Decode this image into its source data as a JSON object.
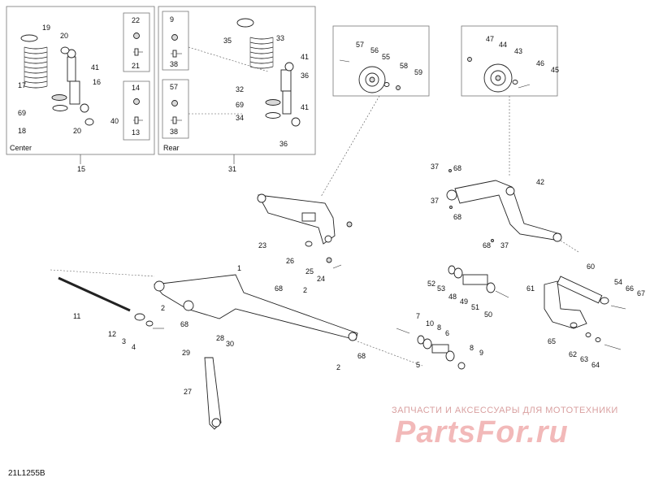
{
  "diagram_code": "21L1255B",
  "watermark": {
    "tagline": "ЗАПЧАСТИ И АКСЕССУАРЫ ДЛЯ МОТОТЕХНИКИ",
    "logo": "PartsFor.ru"
  },
  "boxes": {
    "center": {
      "title": "Center",
      "ref": "15"
    },
    "rear": {
      "title": "Rear",
      "ref": "31"
    }
  },
  "labels": [
    "19",
    "20",
    "41",
    "17",
    "16",
    "69",
    "18",
    "20",
    "40",
    "22",
    "21",
    "14",
    "13",
    "9",
    "38",
    "57",
    "38",
    "35",
    "33",
    "41",
    "36",
    "32",
    "69",
    "34",
    "41",
    "36",
    "57",
    "56",
    "55",
    "58",
    "59",
    "47",
    "44",
    "43",
    "46",
    "45",
    "37",
    "68",
    "42",
    "37",
    "68",
    "68",
    "37",
    "23",
    "26",
    "25",
    "24",
    "1",
    "11",
    "2",
    "68",
    "12",
    "3",
    "4",
    "68",
    "2",
    "28",
    "29",
    "30",
    "27",
    "7",
    "10",
    "8",
    "6",
    "5",
    "8",
    "9",
    "2",
    "68",
    "52",
    "53",
    "48",
    "49",
    "51",
    "50",
    "60",
    "54",
    "66",
    "67",
    "61",
    "65",
    "62",
    "63",
    "64"
  ]
}
